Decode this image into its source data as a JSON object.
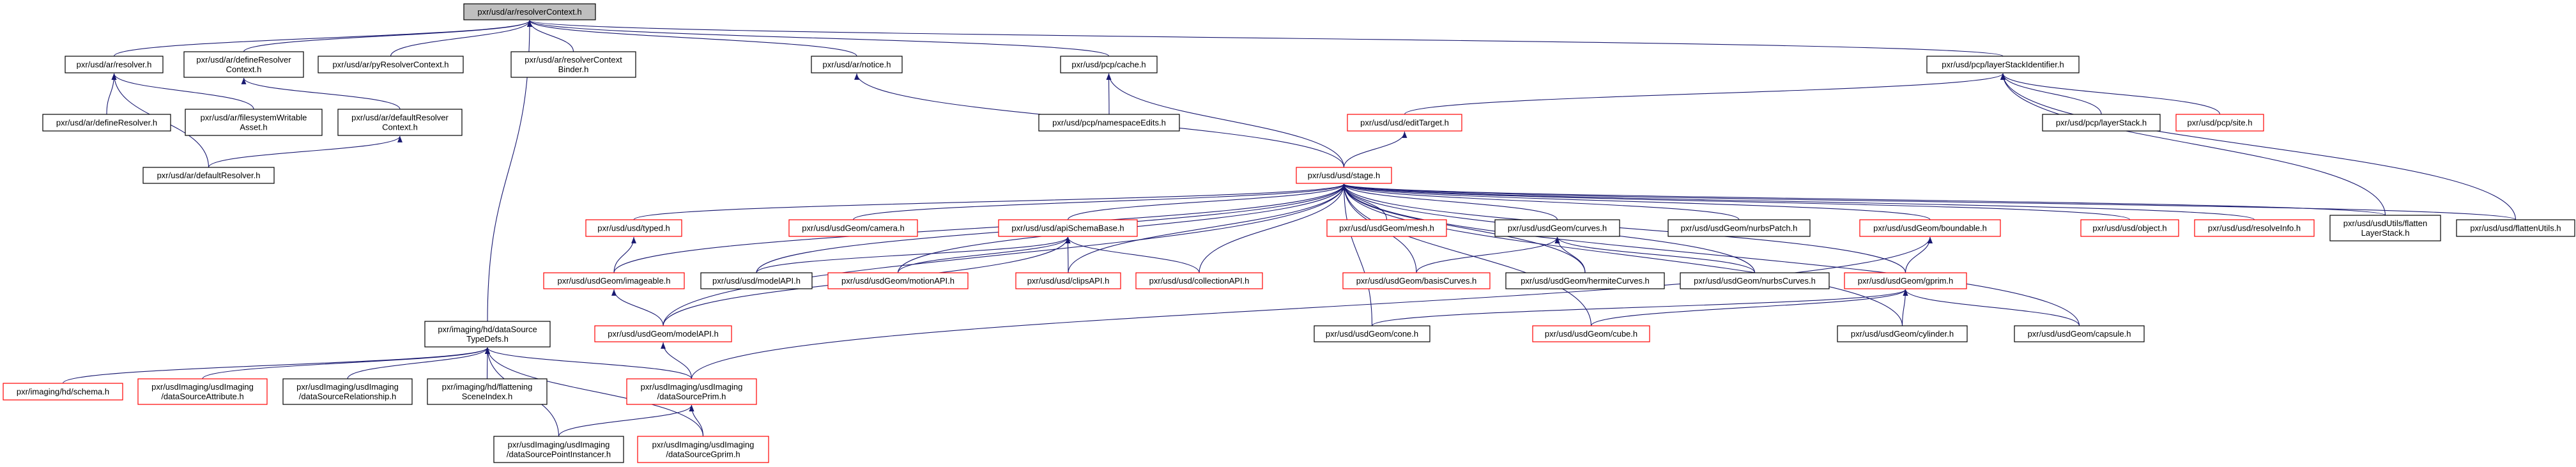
{
  "graph": {
    "title": "pxr/usd/ar/resolverContext.h",
    "colors": {
      "edge": "#191970",
      "root_fill": "#bfbfbf",
      "incomplete_border": "#ff0000",
      "complete_border": "#000000"
    },
    "nodes": [
      {
        "id": "resolverContext",
        "label": "pxr/usd/ar/resolverContext.h",
        "style": "root"
      },
      {
        "id": "resolver",
        "label": "pxr/usd/ar/resolver.h",
        "style": "black"
      },
      {
        "id": "defineResolverContext",
        "label": "pxr/usd/ar/defineResolver\nContext.h",
        "style": "black"
      },
      {
        "id": "pyResolverContext",
        "label": "pxr/usd/ar/pyResolverContext.h",
        "style": "black"
      },
      {
        "id": "resolverContextBinder",
        "label": "pxr/usd/ar/resolverContext\nBinder.h",
        "style": "black"
      },
      {
        "id": "notice",
        "label": "pxr/usd/ar/notice.h",
        "style": "black"
      },
      {
        "id": "cache",
        "label": "pxr/usd/pcp/cache.h",
        "style": "black"
      },
      {
        "id": "layerStackIdentifier",
        "label": "pxr/usd/pcp/layerStackIdentifier.h",
        "style": "black"
      },
      {
        "id": "defineResolver",
        "label": "pxr/usd/ar/defineResolver.h",
        "style": "black"
      },
      {
        "id": "filesystemWritableAsset",
        "label": "pxr/usd/ar/filesystemWritable\nAsset.h",
        "style": "black"
      },
      {
        "id": "defaultResolverContext",
        "label": "pxr/usd/ar/defaultResolver\nContext.h",
        "style": "black"
      },
      {
        "id": "namespaceEdits",
        "label": "pxr/usd/pcp/namespaceEdits.h",
        "style": "black"
      },
      {
        "id": "editTarget",
        "label": "pxr/usd/usd/editTarget.h",
        "style": "red"
      },
      {
        "id": "layerStack",
        "label": "pxr/usd/pcp/layerStack.h",
        "style": "black"
      },
      {
        "id": "site",
        "label": "pxr/usd/pcp/site.h",
        "style": "red"
      },
      {
        "id": "defaultResolver",
        "label": "pxr/usd/ar/defaultResolver.h",
        "style": "black"
      },
      {
        "id": "stage",
        "label": "pxr/usd/usd/stage.h",
        "style": "red"
      },
      {
        "id": "typed",
        "label": "pxr/usd/usd/typed.h",
        "style": "red"
      },
      {
        "id": "camera",
        "label": "pxr/usd/usdGeom/camera.h",
        "style": "red"
      },
      {
        "id": "apiSchemaBase",
        "label": "pxr/usd/usd/apiSchemaBase.h",
        "style": "red"
      },
      {
        "id": "mesh",
        "label": "pxr/usd/usdGeom/mesh.h",
        "style": "red"
      },
      {
        "id": "curves",
        "label": "pxr/usd/usdGeom/curves.h",
        "style": "black"
      },
      {
        "id": "nurbsPatch",
        "label": "pxr/usd/usdGeom/nurbsPatch.h",
        "style": "black"
      },
      {
        "id": "boundable",
        "label": "pxr/usd/usdGeom/boundable.h",
        "style": "red"
      },
      {
        "id": "object",
        "label": "pxr/usd/usd/object.h",
        "style": "red"
      },
      {
        "id": "resolveInfo",
        "label": "pxr/usd/usd/resolveInfo.h",
        "style": "red"
      },
      {
        "id": "flattenLayerStack",
        "label": "pxr/usd/usdUtils/flatten\nLayerStack.h",
        "style": "black"
      },
      {
        "id": "flattenUtils",
        "label": "pxr/usd/usd/flattenUtils.h",
        "style": "black"
      },
      {
        "id": "imageable",
        "label": "pxr/usd/usdGeom/imageable.h",
        "style": "red"
      },
      {
        "id": "modelAPI",
        "label": "pxr/usd/usd/modelAPI.h",
        "style": "black"
      },
      {
        "id": "motionAPI",
        "label": "pxr/usd/usdGeom/motionAPI.h",
        "style": "red"
      },
      {
        "id": "clipsAPI",
        "label": "pxr/usd/usd/clipsAPI.h",
        "style": "red"
      },
      {
        "id": "collectionAPI",
        "label": "pxr/usd/usd/collectionAPI.h",
        "style": "red"
      },
      {
        "id": "basisCurves",
        "label": "pxr/usd/usdGeom/basisCurves.h",
        "style": "red"
      },
      {
        "id": "hermiteCurves",
        "label": "pxr/usd/usdGeom/hermiteCurves.h",
        "style": "black"
      },
      {
        "id": "nurbsCurves",
        "label": "pxr/usd/usdGeom/nurbsCurves.h",
        "style": "black"
      },
      {
        "id": "gprim",
        "label": "pxr/usd/usdGeom/gprim.h",
        "style": "red"
      },
      {
        "id": "dataSourceTypeDefs",
        "label": "pxr/imaging/hd/dataSource\nTypeDefs.h",
        "style": "black"
      },
      {
        "id": "usdGeomModelAPI",
        "label": "pxr/usd/usdGeom/modelAPI.h",
        "style": "red"
      },
      {
        "id": "cone",
        "label": "pxr/usd/usdGeom/cone.h",
        "style": "black"
      },
      {
        "id": "cube",
        "label": "pxr/usd/usdGeom/cube.h",
        "style": "red"
      },
      {
        "id": "cylinder",
        "label": "pxr/usd/usdGeom/cylinder.h",
        "style": "black"
      },
      {
        "id": "capsule",
        "label": "pxr/usd/usdGeom/capsule.h",
        "style": "black"
      },
      {
        "id": "schema",
        "label": "pxr/imaging/hd/schema.h",
        "style": "red"
      },
      {
        "id": "dataSourceAttribute",
        "label": "pxr/usdImaging/usdImaging\n/dataSourceAttribute.h",
        "style": "red"
      },
      {
        "id": "dataSourceRelationship",
        "label": "pxr/usdImaging/usdImaging\n/dataSourceRelationship.h",
        "style": "black"
      },
      {
        "id": "flatteningSceneIndex",
        "label": "pxr/imaging/hd/flattening\nSceneIndex.h",
        "style": "black"
      },
      {
        "id": "dataSourcePrim",
        "label": "pxr/usdImaging/usdImaging\n/dataSourcePrim.h",
        "style": "red"
      },
      {
        "id": "dataSourcePointInstancer",
        "label": "pxr/usdImaging/usdImaging\n/dataSourcePointInstancer.h",
        "style": "black"
      },
      {
        "id": "dataSourceGprim",
        "label": "pxr/usdImaging/usdImaging\n/dataSourceGprim.h",
        "style": "red"
      }
    ],
    "edges": [
      [
        "resolver",
        "resolverContext"
      ],
      [
        "defineResolverContext",
        "resolverContext"
      ],
      [
        "pyResolverContext",
        "resolverContext"
      ],
      [
        "resolverContextBinder",
        "resolverContext"
      ],
      [
        "notice",
        "resolverContext"
      ],
      [
        "cache",
        "resolverContext"
      ],
      [
        "layerStackIdentifier",
        "resolverContext"
      ],
      [
        "dataSourceTypeDefs",
        "resolverContext"
      ],
      [
        "defineResolver",
        "resolver"
      ],
      [
        "filesystemWritableAsset",
        "resolver"
      ],
      [
        "defaultResolver",
        "resolver"
      ],
      [
        "defaultResolverContext",
        "defineResolverContext"
      ],
      [
        "defaultResolver",
        "defaultResolverContext"
      ],
      [
        "stage",
        "notice"
      ],
      [
        "namespaceEdits",
        "cache"
      ],
      [
        "stage",
        "cache"
      ],
      [
        "editTarget",
        "layerStackIdentifier"
      ],
      [
        "layerStack",
        "layerStackIdentifier"
      ],
      [
        "site",
        "layerStackIdentifier"
      ],
      [
        "flattenLayerStack",
        "layerStackIdentifier"
      ],
      [
        "flattenUtils",
        "layerStackIdentifier"
      ],
      [
        "stage",
        "editTarget"
      ],
      [
        "typed",
        "stage"
      ],
      [
        "imageable",
        "stage"
      ],
      [
        "camera",
        "stage"
      ],
      [
        "apiSchemaBase",
        "stage"
      ],
      [
        "modelAPI",
        "stage"
      ],
      [
        "motionAPI",
        "stage"
      ],
      [
        "clipsAPI",
        "stage"
      ],
      [
        "collectionAPI",
        "stage"
      ],
      [
        "usdGeomModelAPI",
        "stage"
      ],
      [
        "mesh",
        "stage"
      ],
      [
        "curves",
        "stage"
      ],
      [
        "basisCurves",
        "stage"
      ],
      [
        "hermiteCurves",
        "stage"
      ],
      [
        "nurbsPatch",
        "stage"
      ],
      [
        "nurbsCurves",
        "stage"
      ],
      [
        "boundable",
        "stage"
      ],
      [
        "gprim",
        "stage"
      ],
      [
        "cone",
        "stage"
      ],
      [
        "cube",
        "stage"
      ],
      [
        "cylinder",
        "stage"
      ],
      [
        "capsule",
        "stage"
      ],
      [
        "object",
        "stage"
      ],
      [
        "resolveInfo",
        "stage"
      ],
      [
        "flattenLayerStack",
        "stage"
      ],
      [
        "flattenUtils",
        "stage"
      ],
      [
        "imageable",
        "typed"
      ],
      [
        "modelAPI",
        "apiSchemaBase"
      ],
      [
        "motionAPI",
        "apiSchemaBase"
      ],
      [
        "clipsAPI",
        "apiSchemaBase"
      ],
      [
        "collectionAPI",
        "apiSchemaBase"
      ],
      [
        "usdGeomModelAPI",
        "apiSchemaBase"
      ],
      [
        "usdGeomModelAPI",
        "imageable"
      ],
      [
        "dataSourcePrim",
        "usdGeomModelAPI"
      ],
      [
        "basisCurves",
        "curves"
      ],
      [
        "hermiteCurves",
        "curves"
      ],
      [
        "nurbsCurves",
        "curves"
      ],
      [
        "gprim",
        "boundable"
      ],
      [
        "dataSourcePrim",
        "boundable"
      ],
      [
        "cone",
        "gprim"
      ],
      [
        "cube",
        "gprim"
      ],
      [
        "cylinder",
        "gprim"
      ],
      [
        "capsule",
        "gprim"
      ],
      [
        "schema",
        "dataSourceTypeDefs"
      ],
      [
        "dataSourceAttribute",
        "dataSourceTypeDefs"
      ],
      [
        "dataSourceRelationship",
        "dataSourceTypeDefs"
      ],
      [
        "flatteningSceneIndex",
        "dataSourceTypeDefs"
      ],
      [
        "dataSourcePrim",
        "dataSourceTypeDefs"
      ],
      [
        "dataSourcePointInstancer",
        "dataSourceTypeDefs"
      ],
      [
        "dataSourceGprim",
        "dataSourceTypeDefs"
      ],
      [
        "dataSourcePointInstancer",
        "dataSourcePrim"
      ],
      [
        "dataSourceGprim",
        "dataSourcePrim"
      ]
    ]
  }
}
